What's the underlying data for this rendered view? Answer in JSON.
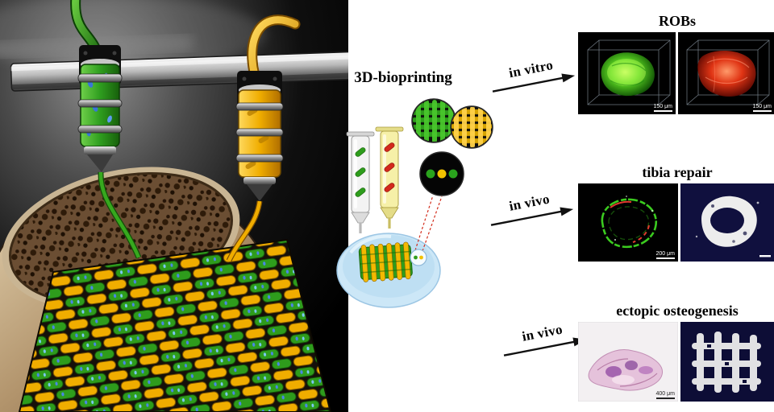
{
  "process": {
    "title": "3D-bioprinting"
  },
  "flow": {
    "arrow1_label": "in vitro",
    "arrow2_label": "in vivo",
    "arrow3_label": "in vivo"
  },
  "results": [
    {
      "title": "ROBs",
      "scales": [
        "150 μm",
        "150 μm"
      ]
    },
    {
      "title": "tibia repair",
      "scales": [
        "200 μm"
      ]
    },
    {
      "title": "ectopic osteogenesis",
      "scales": [
        "400 μm"
      ]
    }
  ],
  "icons": {
    "left_panel": "3d-bioprinter-printing-scaffold-on-bone",
    "syringes": "bioink-syringes",
    "insets": "scaffold-and-bioink-inset-circles",
    "dish": "culture-dish-with-printed-lattice",
    "arrows": "right-arrow"
  },
  "colors": {
    "bioink_green": "#2e9c1c",
    "bioink_yellow": "#f0ad00",
    "fluorescence_green": "#46c81e",
    "fluorescence_red": "#d82a10",
    "microct_navy": "#10103e",
    "histology_pink": "#e5c0da",
    "dish_blue": "#cce7f7",
    "arrow_black": "#111111"
  }
}
